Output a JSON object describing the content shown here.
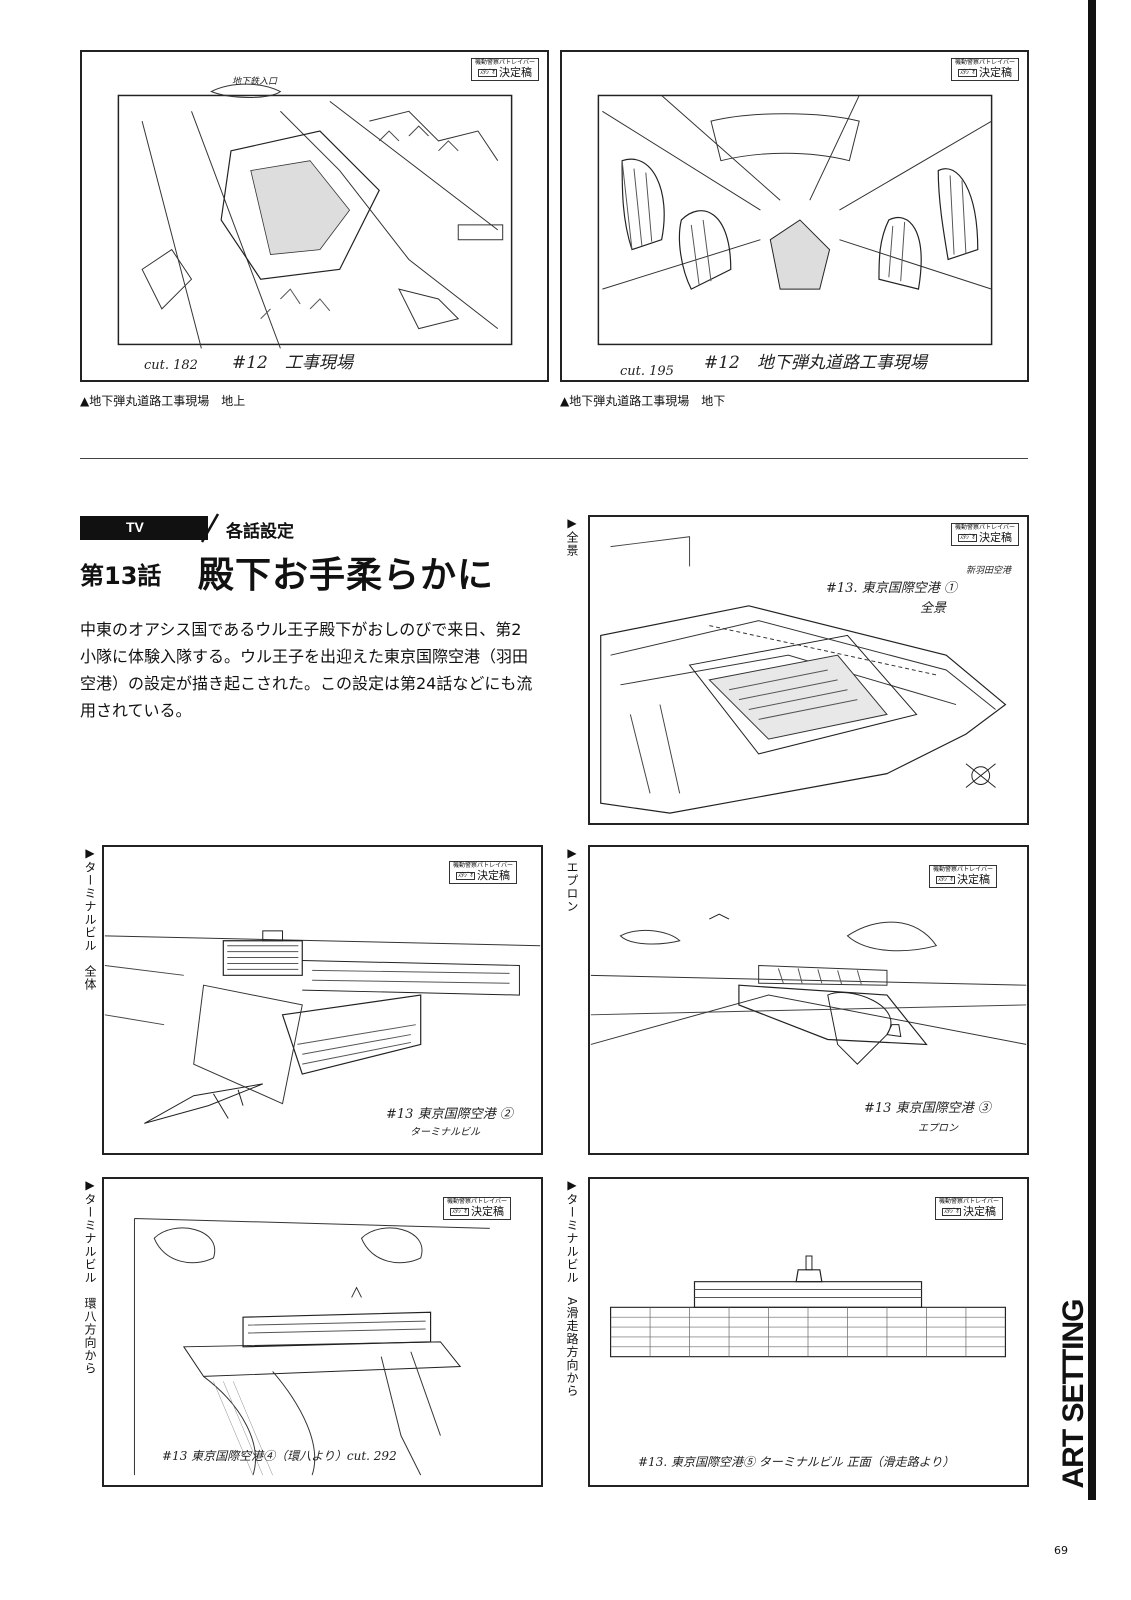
{
  "stamp": {
    "line1": "機動警察パトレイバー",
    "line2": "決定稿",
    "mark": "ｽﾀｼﾞｵ"
  },
  "top_left": {
    "caption": "▲地下弾丸道路工事現場　地上",
    "cut": "cut. 182",
    "label": "#12　工事現場",
    "note": "地下鉄入口"
  },
  "top_right": {
    "caption": "▲地下弾丸道路工事現場　地下",
    "cut": "cut. 195",
    "label": "#12　地下弾丸道路工事現場"
  },
  "section": {
    "tag": "TV",
    "heading": "各話設定",
    "episode_number": "第13話",
    "episode_title": "殿下お手柔らかに",
    "description": "中東のオアシス国であるウル王子殿下がおしのびで来日、第2小隊に体験入隊する。ウル王子を出迎えた東京国際空港（羽田空港）の設定が描き起こされた。この設定は第24話などにも流用されている。"
  },
  "panels": {
    "zenkei": {
      "caption": "▶全景",
      "label": "#13. 東京国際空港 ①",
      "sub": "全景",
      "note": "新羽田空港"
    },
    "terminal_all": {
      "caption": "▶ターミナルビル　全体",
      "label": "#13 東京国際空港 ②",
      "sub": "ターミナルビル"
    },
    "apron": {
      "caption": "▶エプロン",
      "label": "#13 東京国際空港 ③",
      "sub": "エプロン"
    },
    "terminal_kanpachi": {
      "caption": "▶ターミナルビル　環八方向から",
      "label": "#13 東京国際空港④（環八より）cut. 292"
    },
    "terminal_runway": {
      "caption": "▶ターミナルビル　A滑走路方向から",
      "label": "#13. 東京国際空港⑤ ターミナルビル 正面（滑走路より）"
    }
  },
  "sidebar": {
    "label": "ART SETTING"
  },
  "page_number": "69"
}
